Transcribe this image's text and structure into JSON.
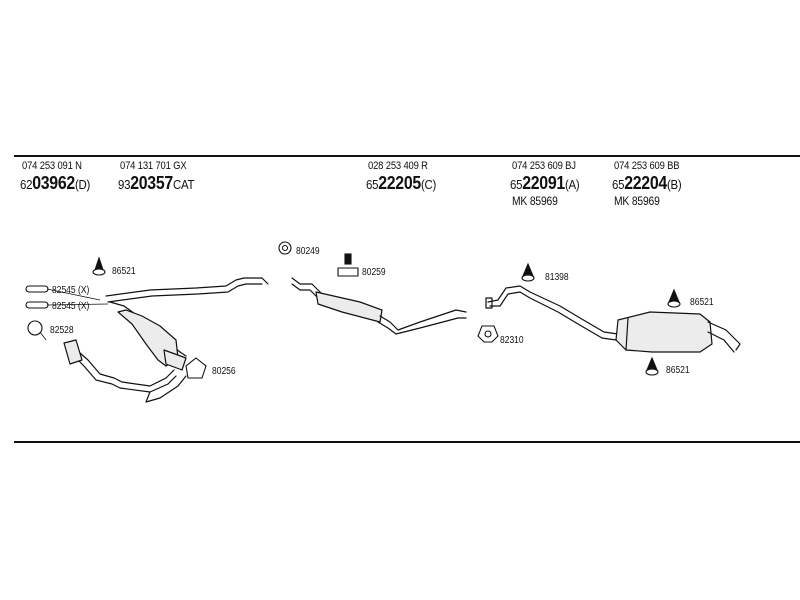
{
  "columns": [
    {
      "oe": "074 253 091 N",
      "prefix": "62",
      "number": "03962",
      "suffix": "(D)"
    },
    {
      "oe": "074 131 701 GX",
      "prefix": "93",
      "number": "20357",
      "suffix": "CAT"
    },
    {
      "oe": "028 253 409 R",
      "prefix": "65",
      "number": "22205",
      "suffix": "(C)"
    },
    {
      "oe": "074 253 609 BJ",
      "prefix": "65",
      "number": "22091",
      "suffix": "(A)",
      "mk": "MK 85969"
    },
    {
      "oe": "074 253 609 BB",
      "prefix": "65",
      "number": "22204",
      "suffix": "(B)",
      "mk": "MK 85969"
    }
  ],
  "labels": {
    "l86521a": "86521",
    "l82545a": "82545 (X)",
    "l82545b": "82545 (X)",
    "l82528": "82528",
    "l80256": "80256",
    "l80249": "80249",
    "l80259": "80259",
    "l81398": "81398",
    "l82310": "82310",
    "l86521b": "86521",
    "l86521c": "86521"
  },
  "colors": {
    "line": "#111111",
    "part_fill": "#ececec",
    "background": "#ffffff"
  },
  "icons": [
    "rubber-hanger-icon",
    "clamp-ring-icon",
    "gasket-icon",
    "bracket-icon"
  ]
}
